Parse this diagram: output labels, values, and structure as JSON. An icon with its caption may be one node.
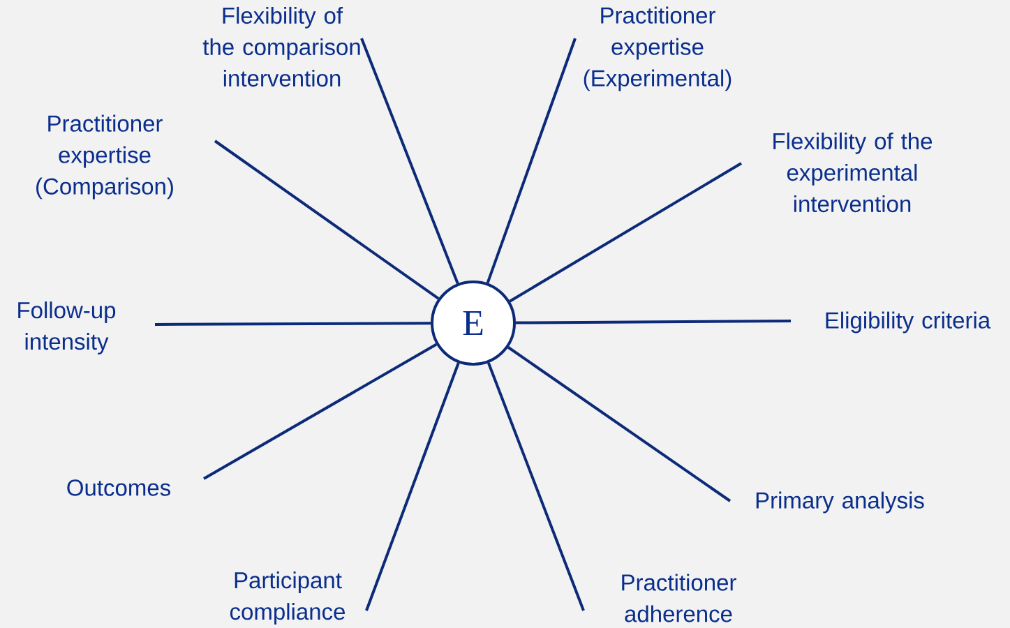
{
  "diagram": {
    "nodes": [
      {
        "text": [
          "E"
        ]
      },
      {
        "text": [
          "Flexibility of the comparison intervention"
        ]
      },
      {
        "text": [
          "Practitioner expertise (Experimental)"
        ]
      },
      {
        "text": [
          "Practitioner expertise (Comparison)"
        ]
      },
      {
        "text": [
          "Flexibility of the experimental intervention"
        ]
      },
      {
        "text": [
          "Eligibility criteria"
        ]
      },
      {
        "text": [
          "Follow-up intensity"
        ]
      },
      {
        "text": [
          "Outcomes"
        ]
      },
      {
        "text": [
          "Primary analysis"
        ]
      },
      {
        "text": [
          "Participant compliance"
        ]
      },
      {
        "text": [
          "Practitioner adherence"
        ]
      }
    ],
    "edges": [
      {
        "from": 0,
        "to": 1,
        "arrow": "none"
      },
      {
        "from": 0,
        "to": 2,
        "arrow": "none"
      },
      {
        "from": 0,
        "to": 3,
        "arrow": "none"
      },
      {
        "from": 0,
        "to": 4,
        "arrow": "none"
      },
      {
        "from": 0,
        "to": 5,
        "arrow": "none"
      },
      {
        "from": 0,
        "to": 6,
        "arrow": "none"
      },
      {
        "from": 0,
        "to": 7,
        "arrow": "none"
      },
      {
        "from": 0,
        "to": 8,
        "arrow": "none"
      },
      {
        "from": 0,
        "to": 9,
        "arrow": "none"
      },
      {
        "from": 0,
        "to": 10,
        "arrow": "none"
      }
    ]
  }
}
